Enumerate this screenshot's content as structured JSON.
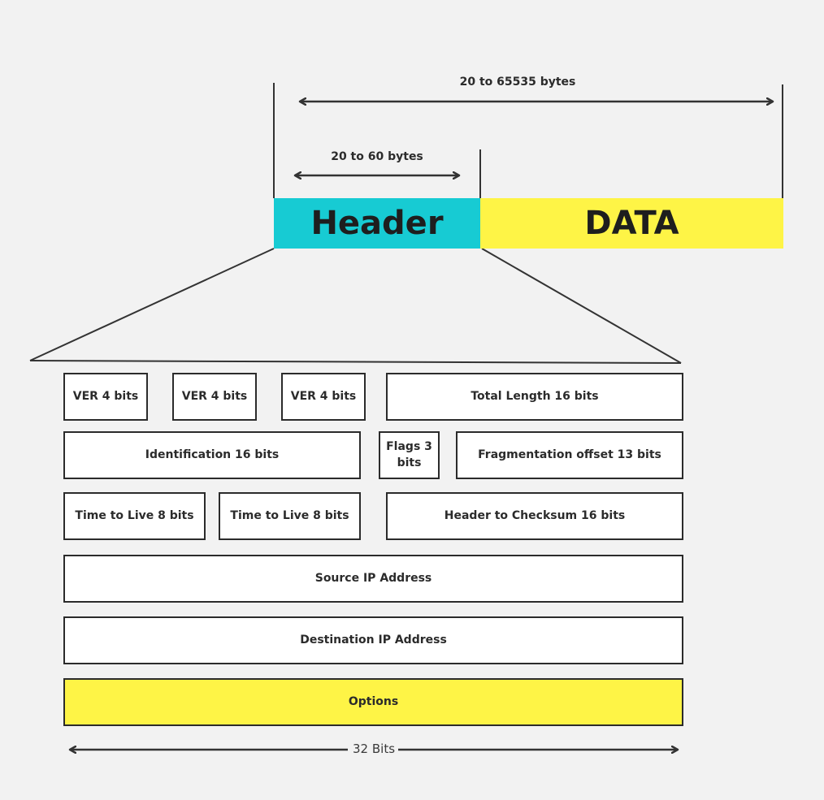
{
  "packet": {
    "total_size_label": "20 to 65535 bytes",
    "header_size_label": "20 to 60 bytes",
    "header_label": "Header",
    "data_label": "DATA"
  },
  "colors": {
    "header": "#17cbd3",
    "data": "#fef446",
    "options": "#fef446",
    "line": "#333333"
  },
  "header_fields": {
    "row1": [
      "VER 4 bits",
      "VER 4 bits",
      "VER 4 bits",
      "Total Length 16 bits"
    ],
    "row2": [
      "Identification 16 bits",
      "Flags 3 bits",
      "Fragmentation offset 13 bits"
    ],
    "row3": [
      "Time to Live 8 bits",
      "Time to Live 8 bits",
      "Header to Checksum 16 bits"
    ],
    "row4": [
      "Source IP Address"
    ],
    "row5": [
      "Destination IP Address"
    ],
    "row6": [
      "Options"
    ]
  },
  "width_label": "32 Bits"
}
